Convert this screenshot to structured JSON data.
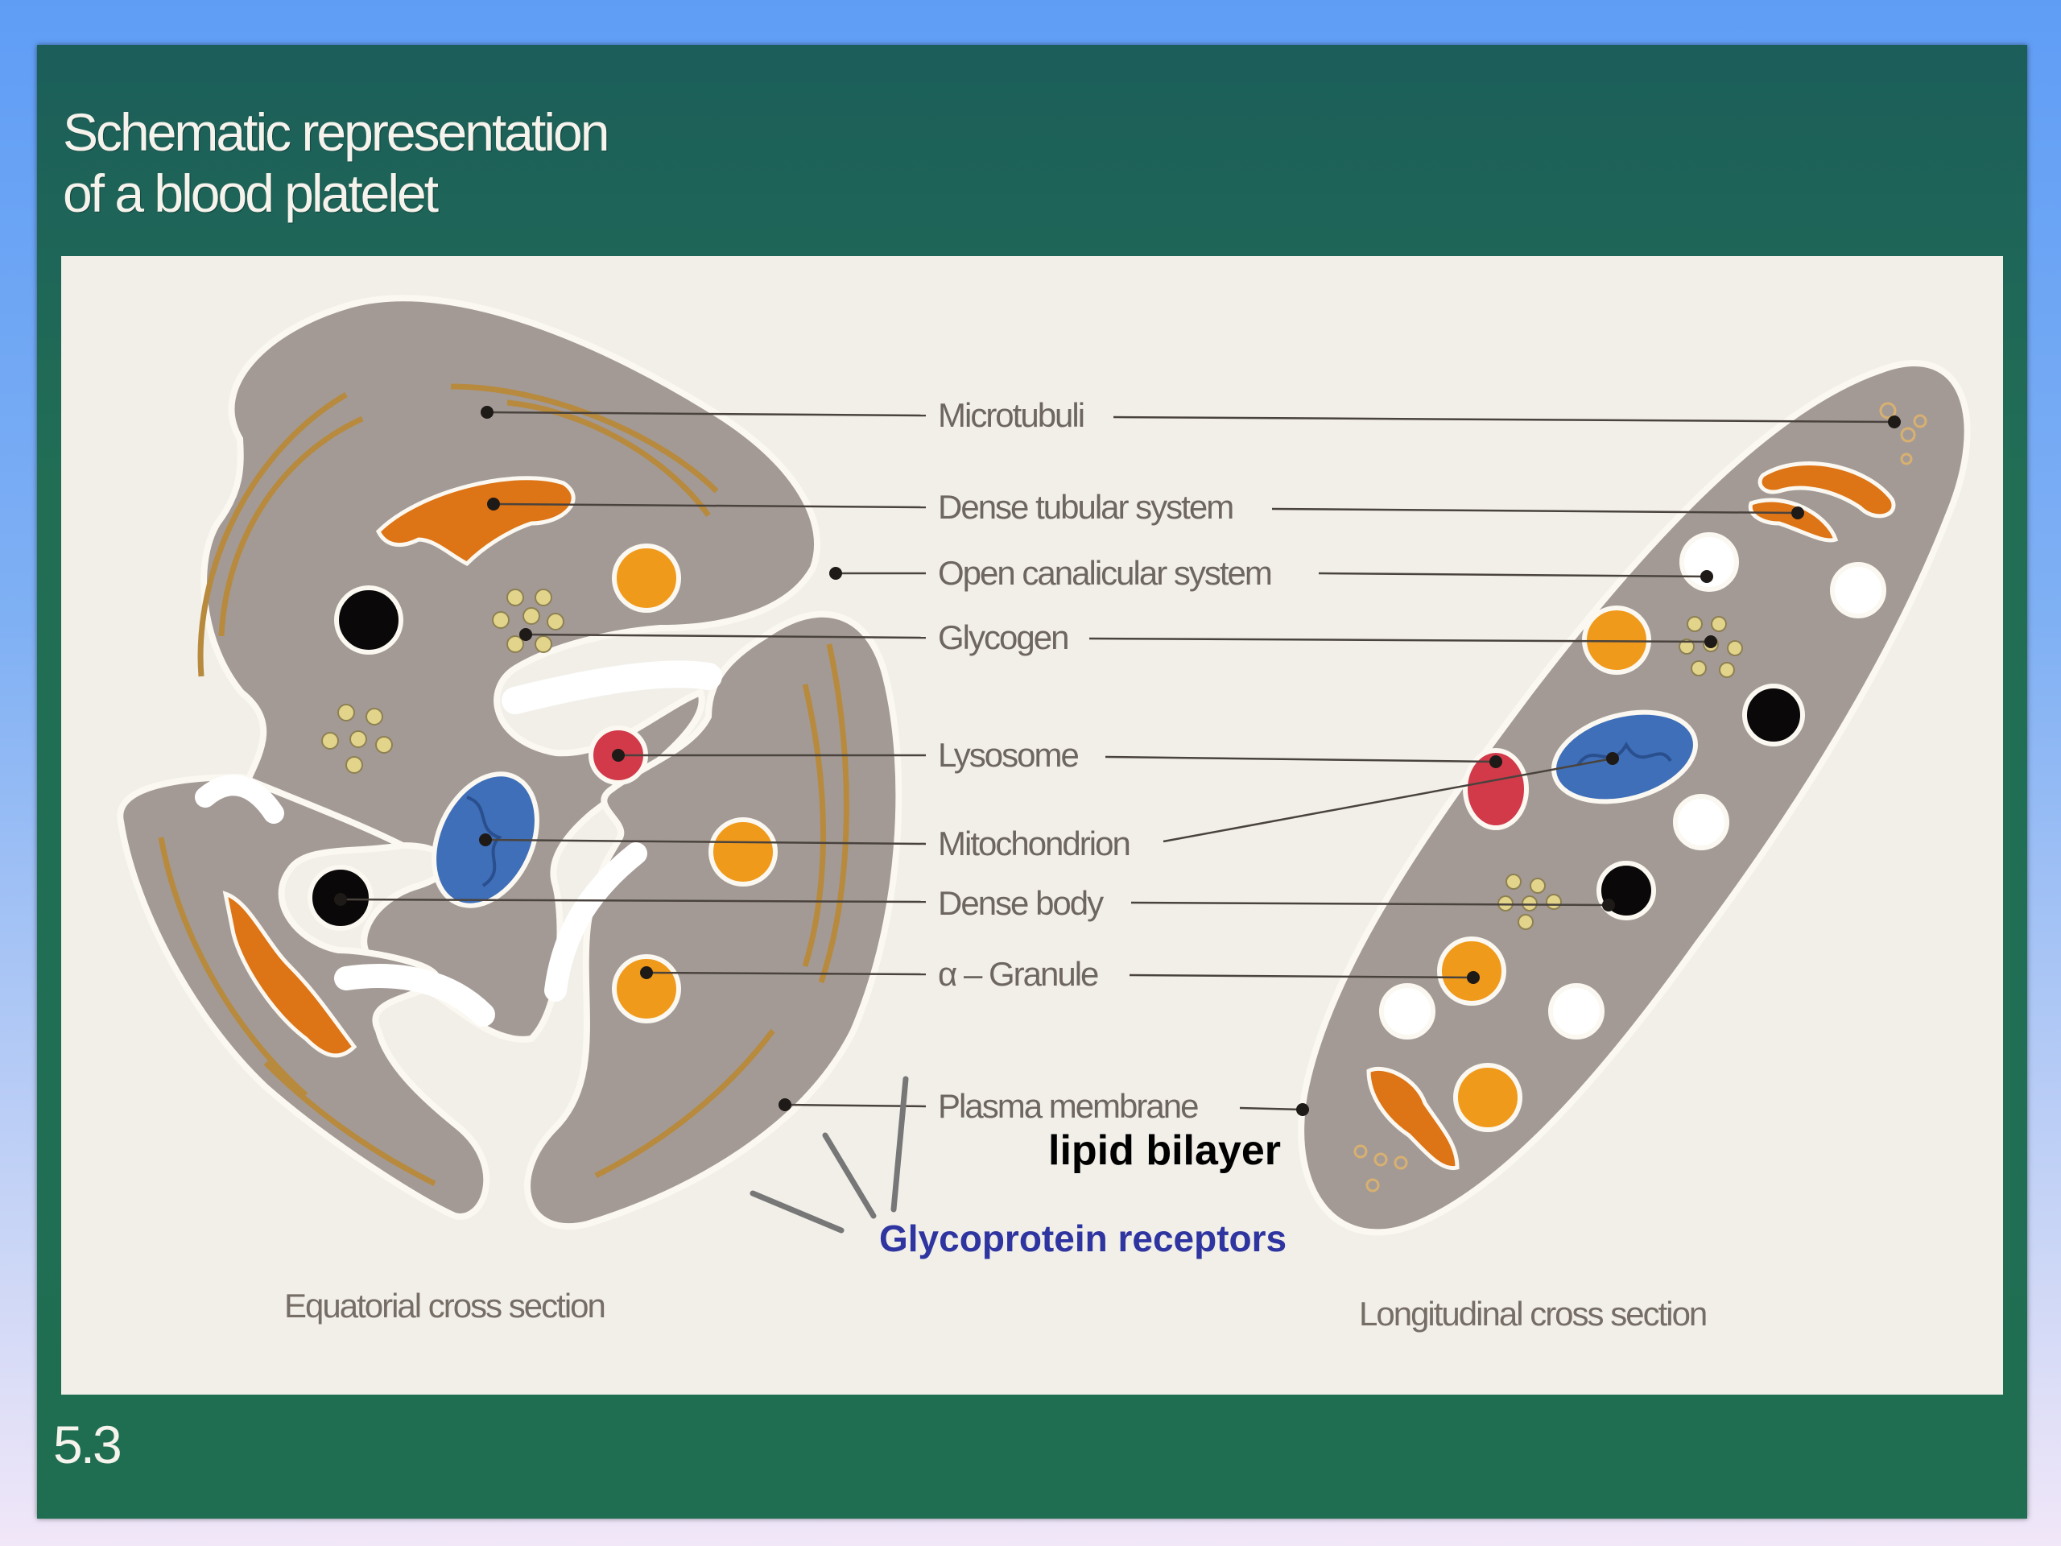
{
  "slide": {
    "title": "Schematic representation\nof a blood platelet",
    "figure_number": "5.3"
  },
  "labels": {
    "microtubuli": "Microtubuli",
    "dense_tubular_system": "Dense tubular system",
    "open_canalicular_system": "Open canalicular system",
    "glycogen": "Glycogen",
    "lysosome": "Lysosome",
    "mitochondrion": "Mitochondrion",
    "dense_body": "Dense body",
    "alpha_granule": "α – Granule",
    "plasma_membrane": "Plasma membrane"
  },
  "captions": {
    "equatorial": "Equatorial cross section",
    "longitudinal": "Longitudinal cross section"
  },
  "overlays": {
    "lipid_bilayer": "lipid bilayer",
    "glycoprotein_receptors": "Glycoprotein receptors"
  },
  "colors": {
    "cytoplasm": "#a39a96",
    "alpha_granule": "#f09a1c",
    "dense_tubular": "#dd7415",
    "mitochondrion": "#3f6fb8",
    "lysosome": "#d23a4a",
    "dense_body": "#0a0808",
    "glycogen": "#e2d48a",
    "open_canalicular": "#ffffff",
    "receptor_lines": "#777777",
    "blue_label": "#2e34a0"
  }
}
